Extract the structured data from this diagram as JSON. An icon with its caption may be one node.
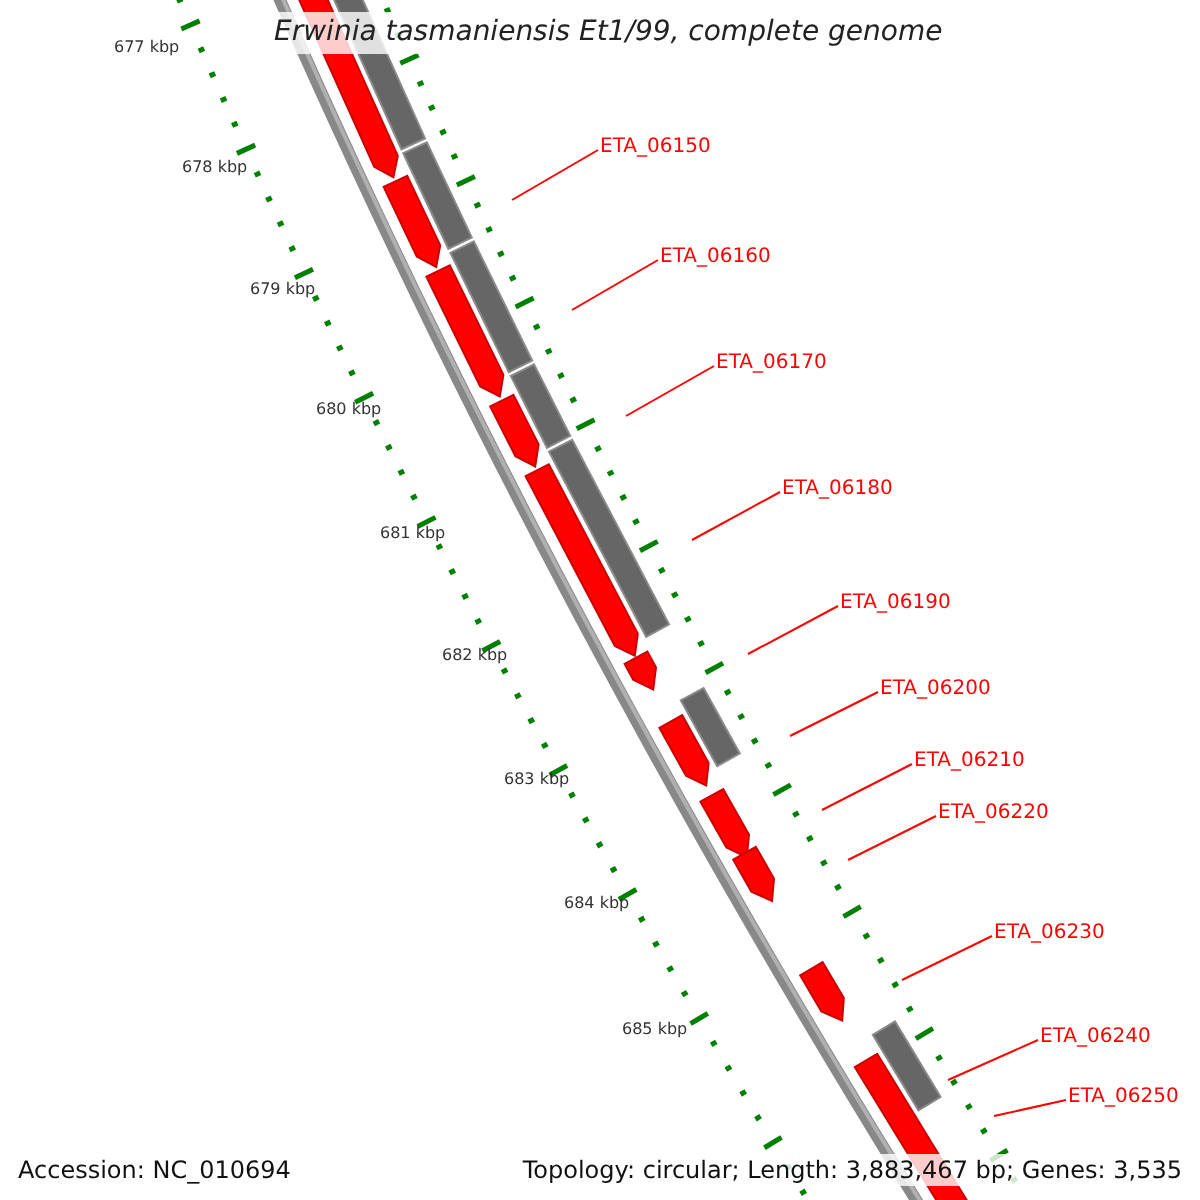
{
  "diagram": {
    "title": "Erwinia tasmaniensis Et1/99, complete genome",
    "nodes": [
      {
        "text": [
          "ETA_06150"
        ]
      },
      {
        "text": [
          "ETA_06160"
        ]
      },
      {
        "text": [
          "ETA_06170"
        ]
      },
      {
        "text": [
          "ETA_06180"
        ]
      },
      {
        "text": [
          "ETA_06190"
        ]
      },
      {
        "text": [
          "ETA_06200"
        ]
      },
      {
        "text": [
          "ETA_06210"
        ]
      },
      {
        "text": [
          "ETA_06220"
        ]
      },
      {
        "text": [
          "ETA_06230"
        ]
      },
      {
        "text": [
          "ETA_06240"
        ]
      },
      {
        "text": [
          "ETA_06250"
        ]
      }
    ],
    "edges": [
      {
        "from": 0,
        "to": null,
        "arrow": "none"
      },
      {
        "from": 1,
        "to": null,
        "arrow": "none"
      },
      {
        "from": 2,
        "to": null,
        "arrow": "none"
      },
      {
        "from": 3,
        "to": null,
        "arrow": "none"
      },
      {
        "from": 4,
        "to": null,
        "arrow": "none"
      },
      {
        "from": 5,
        "to": null,
        "arrow": "none"
      },
      {
        "from": 6,
        "to": null,
        "arrow": "none"
      },
      {
        "from": 7,
        "to": null,
        "arrow": "none"
      },
      {
        "from": 8,
        "to": null,
        "arrow": "none"
      },
      {
        "from": 9,
        "to": null,
        "arrow": "none"
      },
      {
        "from": 10,
        "to": null,
        "arrow": "none"
      }
    ],
    "labels": [
      "677 kbp",
      "678 kbp",
      "679 kbp",
      "680 kbp",
      "681 kbp",
      "682 kbp",
      "683 kbp",
      "684 kbp",
      "685 kbp",
      "Accession: NC_010694",
      "Topology: circular; Length: 3,883,467 bp; Genes: 3,535"
    ]
  }
}
